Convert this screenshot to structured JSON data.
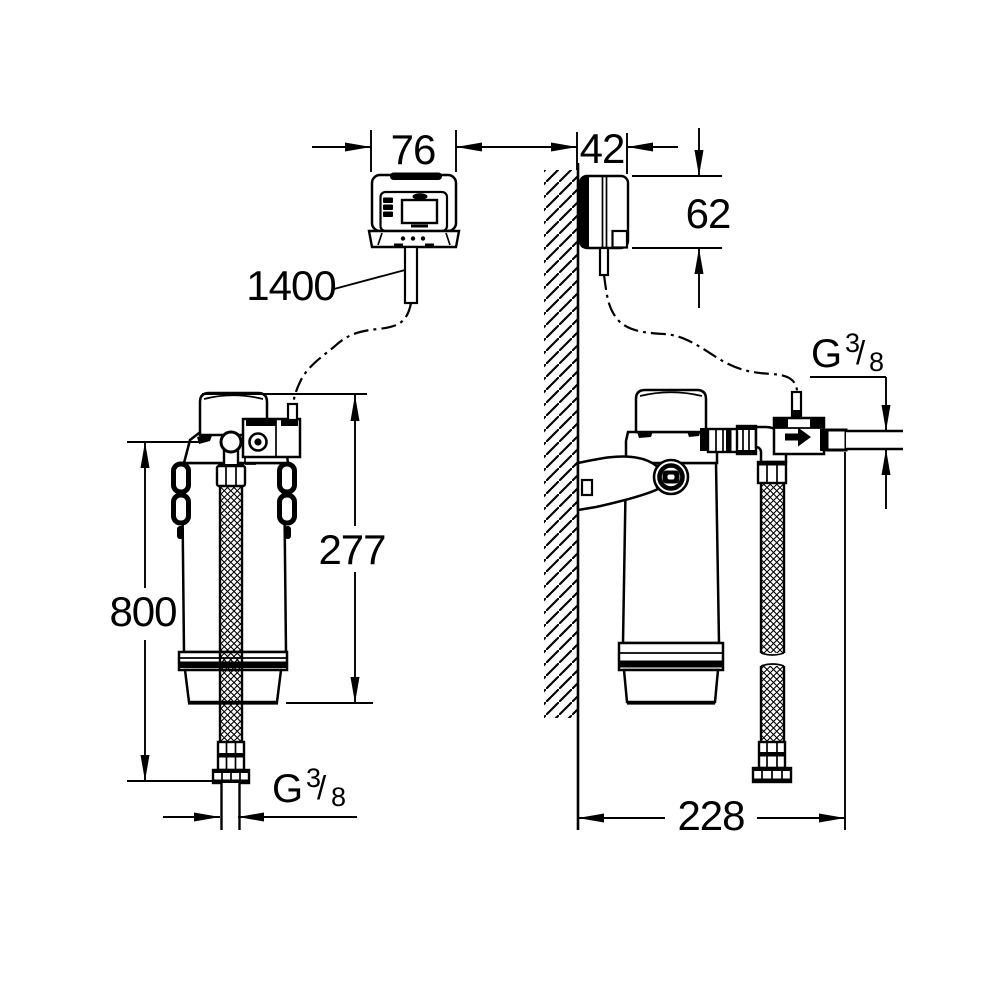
{
  "meta": {
    "background_color": "#ffffff",
    "line_color": "#000000",
    "drawing_type": "installation dimensional drawing"
  },
  "dimensions": {
    "controller_width": "76",
    "controller_depth": "42",
    "controller_height": "62",
    "cable_length": "1400",
    "filter_head_height": "277",
    "hose_length": "800",
    "wall_clearance": "228"
  },
  "threads": {
    "left": {
      "letter": "G",
      "numerator": "3",
      "slash": "/",
      "denominator": "8"
    },
    "right": {
      "letter": "G",
      "numerator": "3",
      "slash": "/",
      "denominator": "8"
    }
  }
}
